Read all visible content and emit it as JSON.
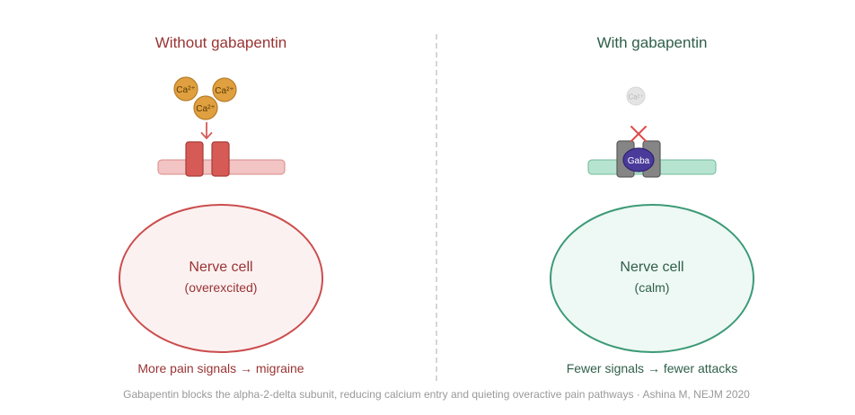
{
  "left": {
    "title": "Without gabapentin",
    "ion_label": "Ca²⁺",
    "cell_label": "Nerve cell",
    "cell_state": "(overexcited)",
    "outcome": "More pain signals → migraine"
  },
  "right": {
    "title": "With gabapentin",
    "ion_label": "Ca²⁺",
    "drug_label": "Gaba",
    "cell_label": "Nerve cell",
    "cell_state": "(calm)",
    "outcome": "Fewer signals → fewer attacks"
  },
  "footer": "Gabapentin blocks the alpha-2-delta subunit, reducing calcium entry and quieting overactive pain pathways · Ashina M, NEJM 2020",
  "colors": {
    "left_text": "#993333",
    "right_text": "#2f5f49",
    "calcium_fill": "#e0a03f",
    "calcium_stroke": "#b87c28",
    "channel_open": "#d65a55",
    "membrane_left": "#f2c4c4",
    "membrane_right": "#b7e4d1",
    "blocked_channel": "#858585",
    "drug_fill": "#4a3a9a",
    "block_mark": "#dd4b4b",
    "cell_left_fill": "#fcf1f1",
    "cell_left_stroke": "#cc4d4d",
    "cell_right_fill": "#eef8f4",
    "cell_right_stroke": "#3c9a76",
    "divider": "#c8c8c8",
    "footer_text": "#999999"
  }
}
